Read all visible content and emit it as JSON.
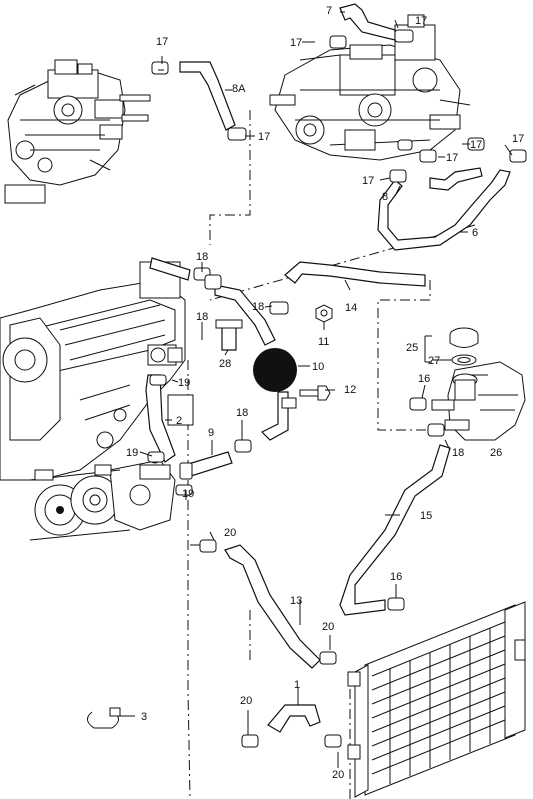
{
  "labels": {
    "l17a": "17",
    "l8a": "8A",
    "l17b": "17",
    "l7": "7",
    "l17c": "17",
    "l17d": "17",
    "l17e": "17",
    "l17f": "17",
    "l17g": "17",
    "l17h": "17",
    "l8": "8",
    "l6": "6",
    "l18a": "18",
    "l18b": "18",
    "l14": "14",
    "l11": "11",
    "l18c": "18",
    "l28": "28",
    "l10": "10",
    "l12": "12",
    "l19a": "19",
    "l2": "2",
    "l19b": "19",
    "l9": "9",
    "l18d": "18",
    "l19c": "19",
    "l20a": "20",
    "l25": "25",
    "l27": "27",
    "l16a": "16",
    "l18e": "18",
    "l26": "26",
    "l15": "15",
    "l16b": "16",
    "l13": "13",
    "l20b": "20",
    "l1": "1",
    "l20c": "20",
    "l3": "3",
    "l20d": "20"
  }
}
